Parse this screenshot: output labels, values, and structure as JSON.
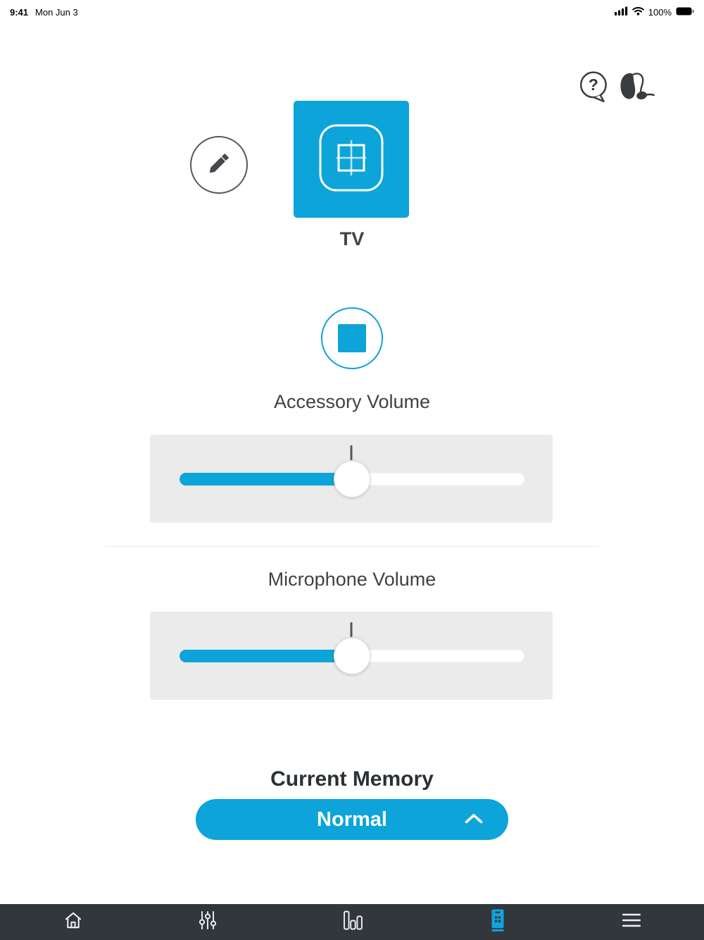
{
  "colors": {
    "accent": "#0da4da",
    "tab_bar_bg": "#31373c",
    "icon_dark": "#3a4045"
  },
  "status_bar": {
    "time": "9:41",
    "date": "Mon Jun 3",
    "battery_percent": "100%"
  },
  "header": {
    "help_icon": "question-bubble",
    "hearing_aid_icon": "hearing-aid"
  },
  "device": {
    "label": "TV"
  },
  "player": {
    "stop_icon": "stop-square"
  },
  "sliders": [
    {
      "label": "Accessory Volume",
      "value_percent": 50
    },
    {
      "label": "Microphone Volume",
      "value_percent": 50
    }
  ],
  "memory": {
    "heading": "Current Memory",
    "selected_option": "Normal",
    "chevron": "up"
  },
  "tab_bar": {
    "items": [
      {
        "id": "home",
        "icon": "home-icon",
        "active": false
      },
      {
        "id": "equalizer",
        "icon": "equalizer-sliders-icon",
        "active": false
      },
      {
        "id": "levels",
        "icon": "sound-levels-icon",
        "active": false
      },
      {
        "id": "remote",
        "icon": "remote-control-icon",
        "active": true
      },
      {
        "id": "menu",
        "icon": "hamburger-menu-icon",
        "active": false
      }
    ]
  }
}
